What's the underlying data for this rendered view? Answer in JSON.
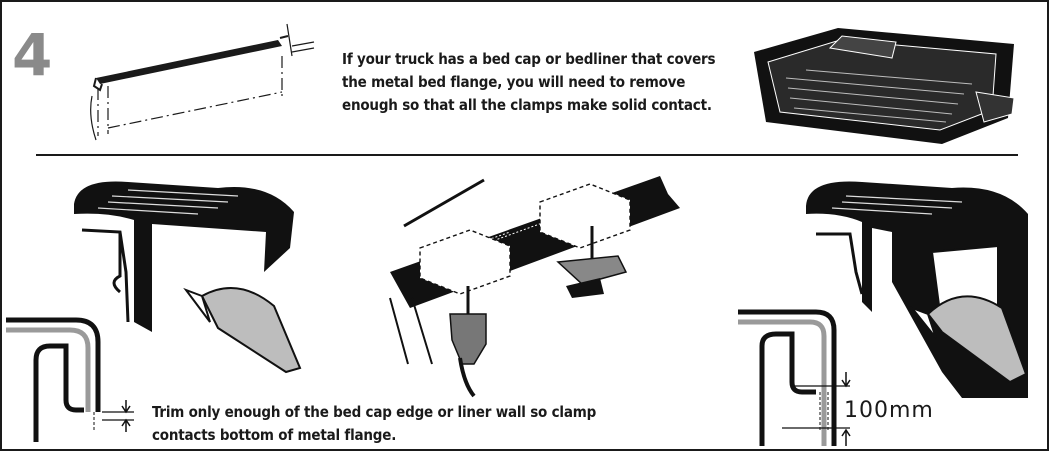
{
  "step": {
    "number": "4"
  },
  "intro": {
    "lines": [
      "If your truck has a bed cap or bedliner that covers",
      "the metal bed flange, you will need to remove",
      "enough so that all the clamps make solid contact."
    ]
  },
  "instruction": {
    "lines": [
      "Trim only enough of the bed cap edge or liner wall so clamp",
      "contacts bottom of metal flange."
    ]
  },
  "measurement": {
    "label": "100mm"
  }
}
